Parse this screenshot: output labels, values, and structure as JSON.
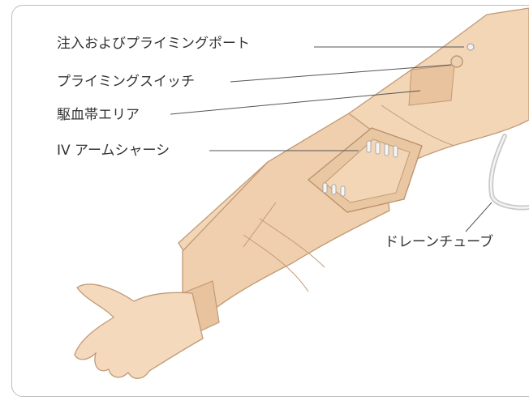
{
  "labels": {
    "injection_port": "注入およびプライミングポート",
    "priming_switch": "プライミングスイッチ",
    "tourniquet_area": "駆血帯エリア",
    "iv_arm_chassis": "IV アームシャーシ",
    "drain_tube": "ドレーンチューブ"
  },
  "colors": {
    "skin": "#f2d6b6",
    "skin_shadow": "#e8c39e",
    "outline": "#c29a77",
    "frame": "#bdbdbd",
    "leader": "#555555",
    "text": "#333333"
  }
}
